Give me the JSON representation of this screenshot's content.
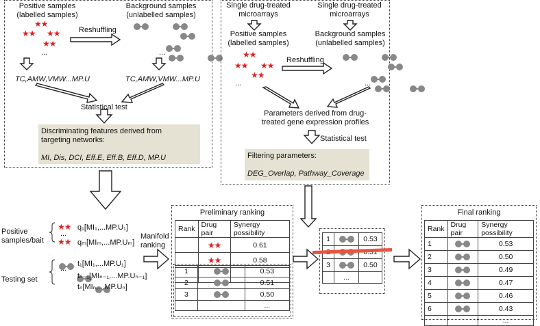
{
  "panel_a": {
    "positive_label": "Positive samples",
    "positive_sub": "(labelled samples)",
    "background_label": "Background samples",
    "background_sub": "(unlabelled samples)",
    "reshuffling": "Reshuffling",
    "ellipsis": "...",
    "features_left": "TC,AMW,VMW...MP.U",
    "features_right": "TC,AMW,VMW...MP.U",
    "statistical_test": "Statistical test",
    "discriminating_title_1": "Discriminating features derived from",
    "discriminating_title_2": "targeting networks:",
    "discriminating_list": "MI, Dis, DCI, Eff.E, Eff.B, Eff.D, MP.U"
  },
  "panel_b": {
    "single_left_1": "Single drug-treated",
    "single_left_2": "microarrays",
    "single_right_1": "Single drug-treated",
    "single_right_2": "microarrays",
    "positive_label": "Positive samples",
    "positive_sub": "(labelled samples)",
    "background_label": "Background samples",
    "background_sub": "(unlabelled samples)",
    "reshuffling": "Reshuffling",
    "ellipsis": "...",
    "parameters_1": "Parameters derived from drug-",
    "parameters_2": "treated gene expression profiles",
    "statistical_test": "Statistical test",
    "filtering_title": "Filtering parameters:",
    "filtering_list": "DEG_Overlap, Pathway_Coverage"
  },
  "bottom": {
    "positive_bait_1": "Positive",
    "positive_bait_2": "samples/bait",
    "testing_set": "Testing set",
    "pos_q1": "q₁[MI₁,...MP.U₁]",
    "pos_qm": "qₘ[MIₘ,...MP.Uₘ]",
    "pos_dots": "...",
    "test_t1": "t₁[MI₁,...MP.U₁]",
    "test_tn1": "tₙ₋₁[MIₙ₋₁,...MP.Uₙ₋₁]",
    "test_tn": "tₙ[MIₙ,...MP.Uₙ]",
    "test_dots": "...",
    "manifold_1": "Manifold",
    "manifold_2": "ranking"
  },
  "preliminary": {
    "title": "Preliminary ranking",
    "headers": [
      "Rank",
      "Drug pair",
      "Synergy possibility"
    ],
    "top_rows": [
      {
        "rank": "",
        "pair": "stars",
        "value": "0.61"
      },
      {
        "rank": "",
        "pair": "stars",
        "value": "0.58"
      },
      {
        "rank": "",
        "pair": "...",
        "value": "..."
      }
    ],
    "bottom_rows": [
      {
        "rank": "1",
        "pair": "dumbbell",
        "value": "0.53"
      },
      {
        "rank": "2",
        "pair": "dumbbell",
        "value": "0.51"
      },
      {
        "rank": "3",
        "pair": "dumbbell",
        "value": "0.50"
      },
      {
        "rank": "",
        "pair": "",
        "value": "..."
      }
    ]
  },
  "filter_table": {
    "rows": [
      {
        "rank": "1",
        "value": "0.53"
      },
      {
        "rank": "2",
        "value": "0.51"
      },
      {
        "rank": "3",
        "value": "0.50"
      },
      {
        "rank": "",
        "value": "..."
      }
    ]
  },
  "final": {
    "title": "Final ranking",
    "headers": [
      "Rank",
      "Drug pair",
      "Synergy possibility"
    ],
    "rows": [
      {
        "rank": "1",
        "value": "0.53"
      },
      {
        "rank": "2",
        "value": "0.50"
      },
      {
        "rank": "3",
        "value": "0.49"
      },
      {
        "rank": "4",
        "value": "0.47"
      },
      {
        "rank": "5",
        "value": "0.46"
      },
      {
        "rank": "6",
        "value": "0.43"
      },
      {
        "rank": "",
        "value": "..."
      }
    ]
  },
  "colors": {
    "star": "#e02020",
    "dumbbell": "#888888",
    "shade": "#e5e2d3",
    "strike": "#e8543f"
  }
}
